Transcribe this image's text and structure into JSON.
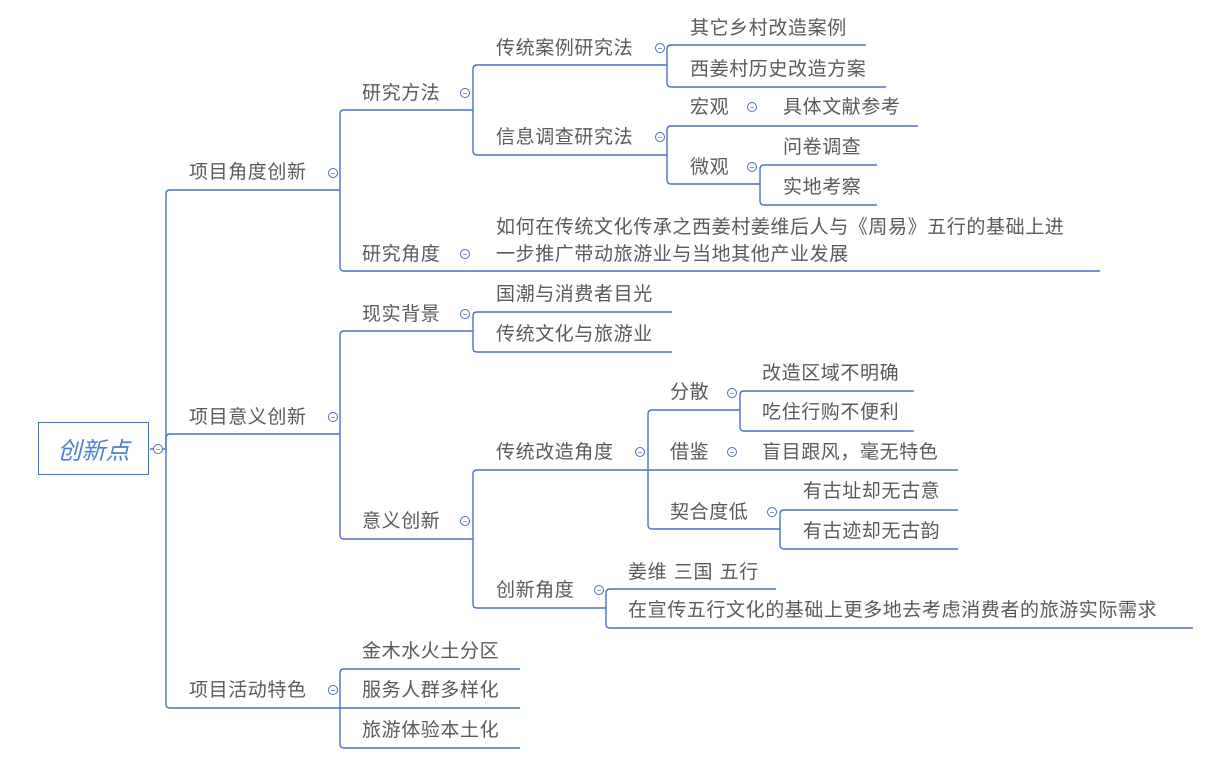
{
  "root": {
    "label": "创新点"
  },
  "branches": [
    {
      "label": "项目角度创新",
      "children": [
        {
          "label": "研究方法",
          "children": [
            {
              "label": "传统案例研究法",
              "children": [
                {
                  "label": "其它乡村改造案例"
                },
                {
                  "label": "西姜村历史改造方案"
                }
              ]
            },
            {
              "label": "信息调查研究法",
              "children": [
                {
                  "label": "宏观",
                  "children": [
                    {
                      "label": "具体文献参考"
                    }
                  ]
                },
                {
                  "label": "微观",
                  "children": [
                    {
                      "label": "问卷调查"
                    },
                    {
                      "label": "实地考察"
                    }
                  ]
                }
              ]
            }
          ]
        },
        {
          "label": "研究角度",
          "children": [
            {
              "lines": [
                "如何在传统文化传承之西姜村姜维后人与《周易》五行的基础上进",
                "一步推广带动旅游业与当地其他产业发展"
              ]
            }
          ]
        }
      ]
    },
    {
      "label": "项目意义创新",
      "children": [
        {
          "label": "现实背景",
          "children": [
            {
              "label": "国潮与消费者目光"
            },
            {
              "label": "传统文化与旅游业"
            }
          ]
        },
        {
          "label": "意义创新",
          "children": [
            {
              "label": "传统改造角度",
              "children": [
                {
                  "label": "分散",
                  "children": [
                    {
                      "label": "改造区域不明确"
                    },
                    {
                      "label": "吃住行购不便利"
                    }
                  ]
                },
                {
                  "label": "借鉴",
                  "children": [
                    {
                      "label": "盲目跟风，毫无特色"
                    }
                  ]
                },
                {
                  "label": "契合度低",
                  "children": [
                    {
                      "label": "有古址却无古意"
                    },
                    {
                      "label": "有古迹却无古韵"
                    }
                  ]
                }
              ]
            },
            {
              "label": "创新角度",
              "children": [
                {
                  "label": "姜维 三国 五行"
                },
                {
                  "label": "在宣传五行文化的基础上更多地去考虑消费者的旅游实际需求"
                }
              ]
            }
          ]
        }
      ]
    },
    {
      "label": "项目活动特色",
      "children": [
        {
          "label": "金木水火土分区"
        },
        {
          "label": "服务人群多样化"
        },
        {
          "label": "旅游体验本土化"
        }
      ]
    }
  ],
  "colors": {
    "line": "#4a72c0",
    "root_text": "#4f80d0",
    "text": "#5a5a5a"
  }
}
